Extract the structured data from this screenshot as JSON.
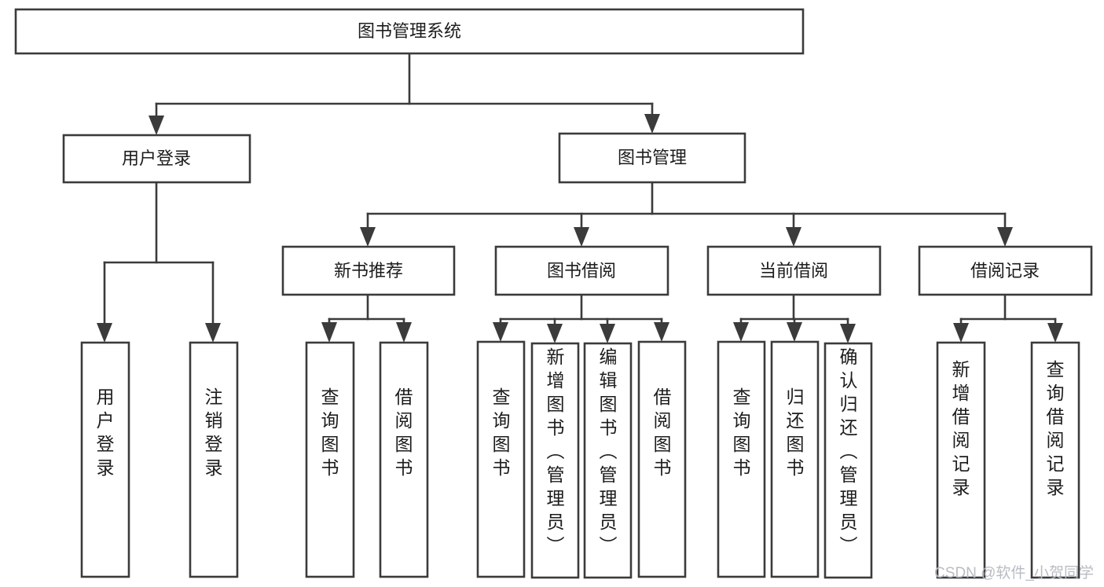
{
  "diagram": {
    "title_node": {
      "id": "root",
      "label": "图书管理系统"
    },
    "level2": [
      {
        "id": "user-login",
        "label": "用户登录"
      },
      {
        "id": "book-management",
        "label": "图书管理"
      }
    ],
    "level3": [
      {
        "id": "new-book-recommend",
        "label": "新书推荐"
      },
      {
        "id": "book-borrow",
        "label": "图书借阅"
      },
      {
        "id": "current-borrow",
        "label": "当前借阅"
      },
      {
        "id": "borrow-record",
        "label": "借阅记录"
      }
    ],
    "leaves": {
      "user_login": [
        {
          "id": "leaf-user-login",
          "label": "用户登录"
        },
        {
          "id": "leaf-logout-login",
          "label": "注销登录"
        }
      ],
      "new_book_recommend": [
        {
          "id": "leaf-query-book-1",
          "label": "查询图书"
        },
        {
          "id": "leaf-borrow-book-1",
          "label": "借阅图书"
        }
      ],
      "book_borrow": [
        {
          "id": "leaf-query-book-2",
          "label": "查询图书"
        },
        {
          "id": "leaf-add-book",
          "label": "新增图书（管理员）"
        },
        {
          "id": "leaf-edit-book",
          "label": "编辑图书（管理员）"
        },
        {
          "id": "leaf-borrow-book-2",
          "label": "借阅图书"
        }
      ],
      "current_borrow": [
        {
          "id": "leaf-query-book-3",
          "label": "查询图书"
        },
        {
          "id": "leaf-return-book",
          "label": "归还图书"
        },
        {
          "id": "leaf-confirm-return",
          "label": "确认归还（管理员）"
        }
      ],
      "borrow_record": [
        {
          "id": "leaf-add-record",
          "label": "新增借阅记录"
        },
        {
          "id": "leaf-query-record",
          "label": "查询借阅记录"
        }
      ]
    },
    "watermark": "CSDN @软件_小贺同学",
    "colors": {
      "stroke": "#3b3b3b",
      "fill": "#ffffff",
      "text": "#1c1c1c",
      "watermark": "#b9bcc2"
    }
  }
}
